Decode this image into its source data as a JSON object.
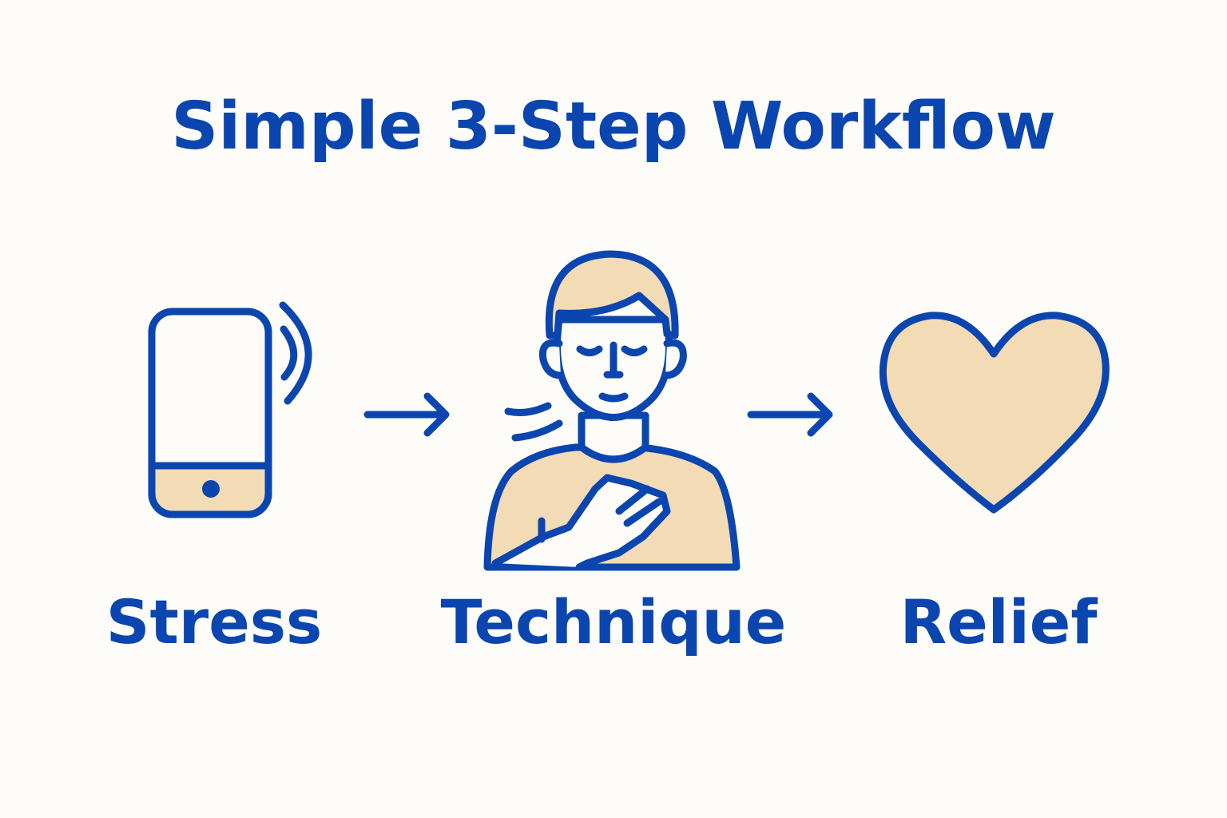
{
  "title": "Simple 3-Step Workflow",
  "steps": [
    {
      "label": "Stress",
      "icon": "vibrating-phone-icon"
    },
    {
      "label": "Technique",
      "icon": "breathing-person-icon"
    },
    {
      "label": "Relief",
      "icon": "heart-icon"
    }
  ],
  "colors": {
    "accent": "#0b45b0",
    "fill": "#f3dbb5",
    "background": "#fdfcf8"
  }
}
